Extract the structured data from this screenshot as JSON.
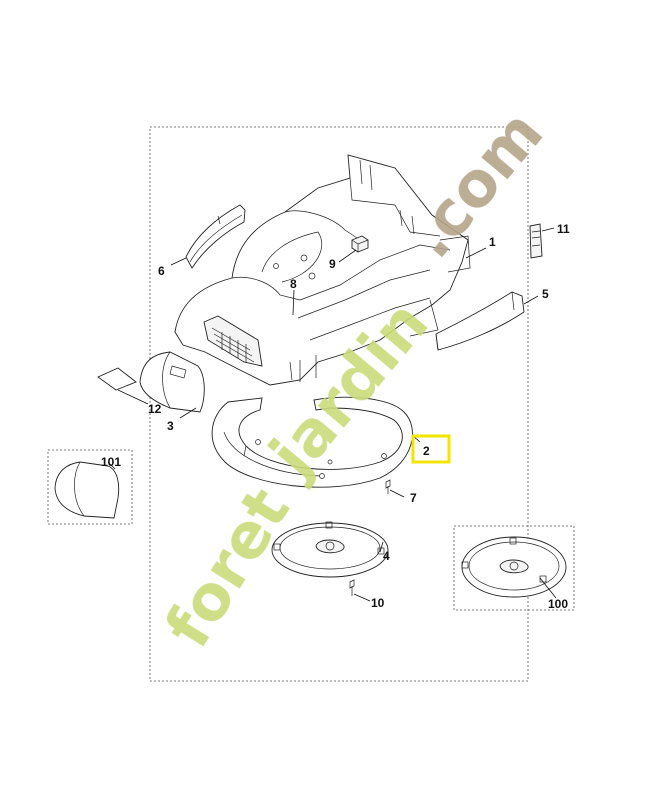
{
  "callouts": [
    {
      "id": "c1",
      "text": "1"
    },
    {
      "id": "c2",
      "text": "2",
      "highlight_color": "#f2e600"
    },
    {
      "id": "c3",
      "text": "3"
    },
    {
      "id": "c4",
      "text": "4"
    },
    {
      "id": "c5",
      "text": "5"
    },
    {
      "id": "c6",
      "text": "6"
    },
    {
      "id": "c7",
      "text": "7"
    },
    {
      "id": "c8",
      "text": "8"
    },
    {
      "id": "c9",
      "text": "9"
    },
    {
      "id": "c10",
      "text": "10"
    },
    {
      "id": "c11",
      "text": "11"
    },
    {
      "id": "c12",
      "text": "12"
    },
    {
      "id": "c100",
      "text": "100"
    },
    {
      "id": "c101",
      "text": "101"
    }
  ],
  "watermark": {
    "text_left": "foret",
    "text_mid": "jardin",
    "text_right": ".com",
    "color_left": "#c9dc7a",
    "color_right": "#b5a48a"
  }
}
